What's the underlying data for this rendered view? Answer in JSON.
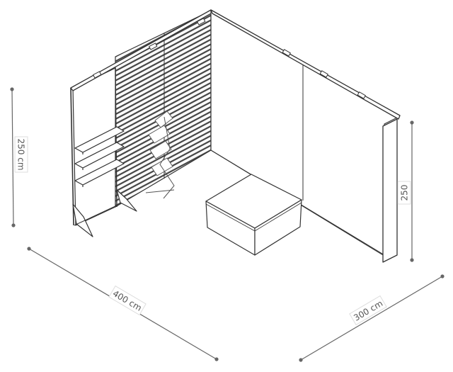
{
  "dimensions": {
    "height_left": "250 cm",
    "width_front": "400 cm",
    "depth_right": "300 cm",
    "height_right": "250"
  },
  "colors": {
    "line": "#333333",
    "dim_line": "#666666",
    "label_bg": "#ffffff",
    "label_border": "#dddddd"
  }
}
